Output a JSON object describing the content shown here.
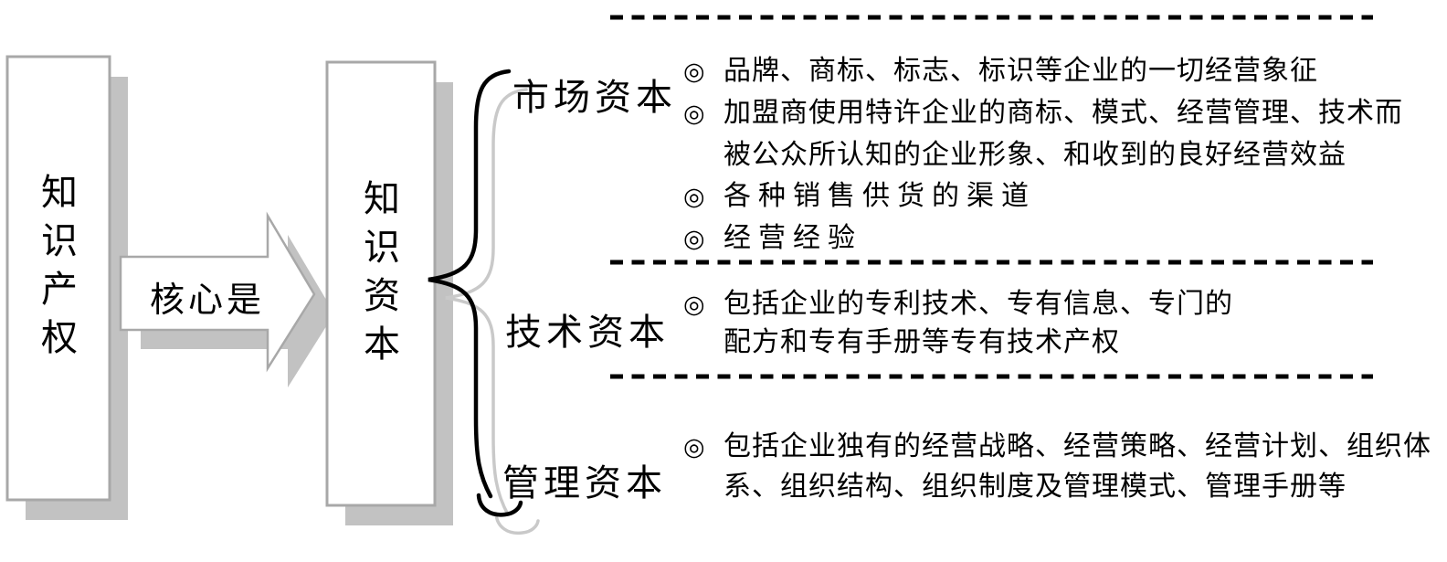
{
  "colors": {
    "box_border": "#a8a8a8",
    "shadow": "#c2c2c2",
    "brace": "#000000",
    "text": "#000000",
    "separator": "#000000"
  },
  "left_box": {
    "label": "知识产权"
  },
  "arrow": {
    "label": "核心是"
  },
  "center_box": {
    "label": "知识资本"
  },
  "bullet_glyph": "◎",
  "sections": [
    {
      "label": "市场资本",
      "items": [
        {
          "bullet": "◎",
          "text": "品牌、商标、标志、标识等企业的一切经营象征"
        },
        {
          "bullet": "◎",
          "text": "加盟商使用特许企业的商标、模式、经营管理、技术而"
        },
        {
          "bullet": "",
          "text": "被公众所认知的企业形象、和收到的良好经营效益"
        },
        {
          "bullet": "◎",
          "text": "各种销售供货的渠道"
        },
        {
          "bullet": "◎",
          "text": "经营经验"
        }
      ]
    },
    {
      "label": "技术资本",
      "items": [
        {
          "bullet": "◎",
          "text": "包括企业的专利技术、专有信息、专门的"
        },
        {
          "bullet": "",
          "text": "配方和专有手册等专有技术产权"
        }
      ]
    },
    {
      "label": "管理资本",
      "items": [
        {
          "bullet": "◎",
          "text": "包括企业独有的经营战略、经营策略、经营计划、组织体"
        },
        {
          "bullet": "",
          "text": "系、组织结构、组织制度及管理模式、管理手册等"
        }
      ]
    }
  ]
}
